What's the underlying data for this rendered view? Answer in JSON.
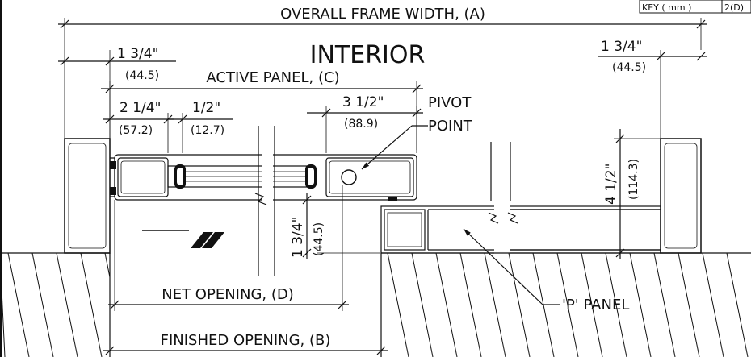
{
  "heading": "INTERIOR",
  "key_box": {
    "label": "KEY ( mm )",
    "value": "2(D)"
  },
  "dimensions": {
    "overall_frame_width": "OVERALL FRAME WIDTH, (A)",
    "active_panel": "ACTIVE PANEL, (C)",
    "net_opening": "NET OPENING, (D)",
    "finished_opening": "FINISHED OPENING, (B)",
    "left_frame_in": "1 3/4\"",
    "left_frame_mm": "(44.5)",
    "right_frame_in": "1 3/4\"",
    "right_frame_mm": "(44.5)",
    "stile_in": "2 1/4\"",
    "stile_mm": "(57.2)",
    "glass_in": "1/2\"",
    "glass_mm": "(12.7)",
    "pivot_in": "3 1/2\"",
    "pivot_mm": "(88.9)",
    "depth_in": "4 1/2\"",
    "depth_mm": "(114.3)",
    "offset_in": "1 3/4\"",
    "offset_mm": "(44.5)"
  },
  "labels": {
    "pivot_line1": "PIVOT",
    "pivot_line2": "POINT",
    "p_panel": "'P' PANEL"
  }
}
